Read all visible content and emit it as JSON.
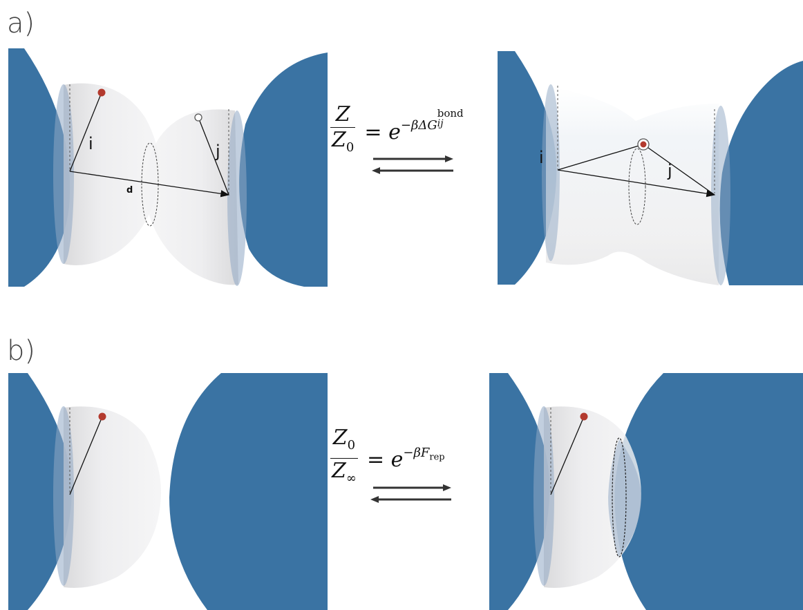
{
  "panels": {
    "a": {
      "label": "a)",
      "left_labels": {
        "i": "i",
        "j": "j",
        "d": "d"
      },
      "right_labels": {
        "i": "i",
        "j": "j"
      },
      "equation": {
        "numerator": "Z",
        "denominator_base": "Z",
        "denominator_sub": "0",
        "equals": "=",
        "rhs_base": "e",
        "rhs_exp_prefix": "−βΔG",
        "rhs_exp_sup": "bond",
        "rhs_exp_sub": "ij"
      }
    },
    "b": {
      "label": "b)",
      "equation": {
        "numerator_base": "Z",
        "numerator_sub": "0",
        "denominator_base": "Z",
        "denominator_sub": "∞",
        "equals": "=",
        "rhs_base": "e",
        "rhs_exp_prefix": "−βF",
        "rhs_exp_sub": "rep"
      }
    }
  },
  "colors": {
    "particle_blue": "#3a73a3",
    "shell_grey": "#e4e4e6",
    "sticker_red": "#b33a2e",
    "arrow_dark": "#333333"
  }
}
